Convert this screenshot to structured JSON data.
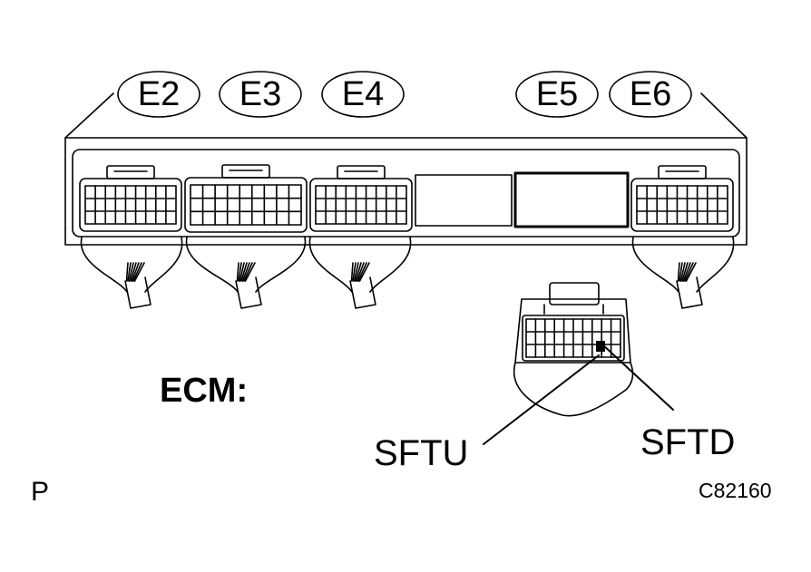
{
  "connectors": [
    {
      "label": "E2"
    },
    {
      "label": "E3"
    },
    {
      "label": "E4"
    },
    {
      "label": "E5"
    },
    {
      "label": "E6"
    }
  ],
  "component_label": "ECM:",
  "terminals": {
    "left": "SFTU",
    "right": "SFTD"
  },
  "corner_letter": "P",
  "figure_code": "C82160"
}
